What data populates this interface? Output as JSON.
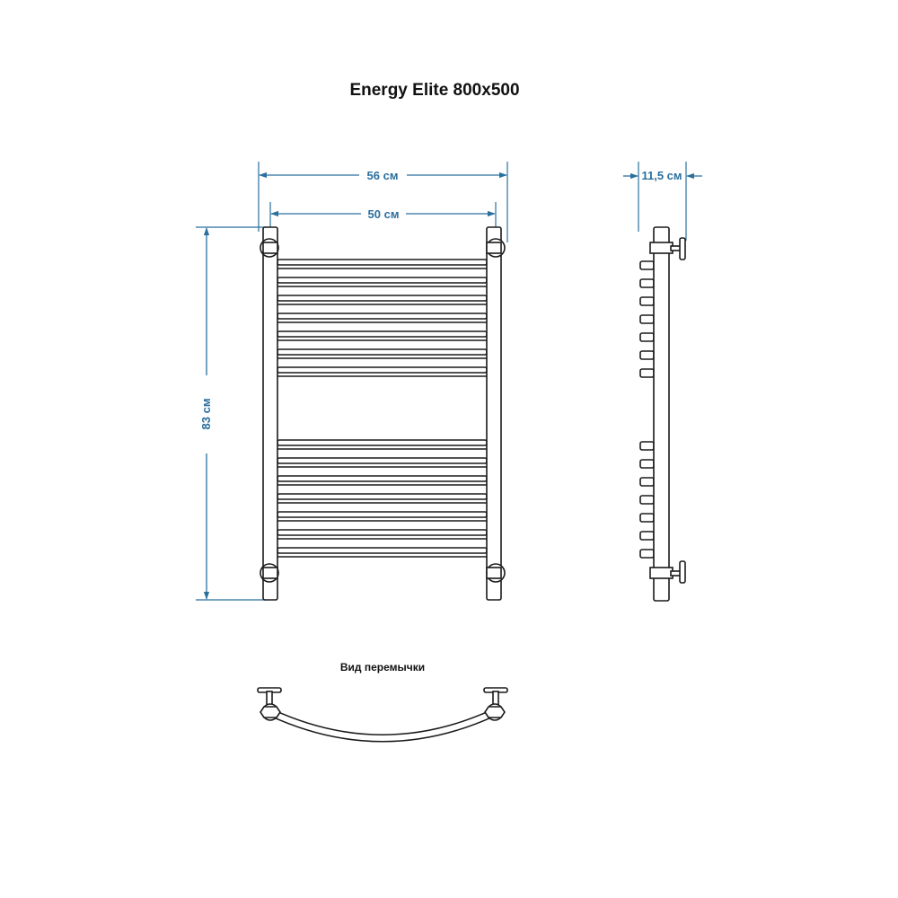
{
  "diagram": {
    "title": "Energy Elite 800x500",
    "dimensions": {
      "width_outer": "56 см",
      "width_inner": "50 см",
      "height": "83 см",
      "depth": "11,5 см"
    },
    "jumper_view_label": "Вид перемычки",
    "upper_rungs": 7,
    "lower_rungs": 7,
    "dimension_color": "#2a6f9e",
    "line_color": "#1a1a1a"
  }
}
